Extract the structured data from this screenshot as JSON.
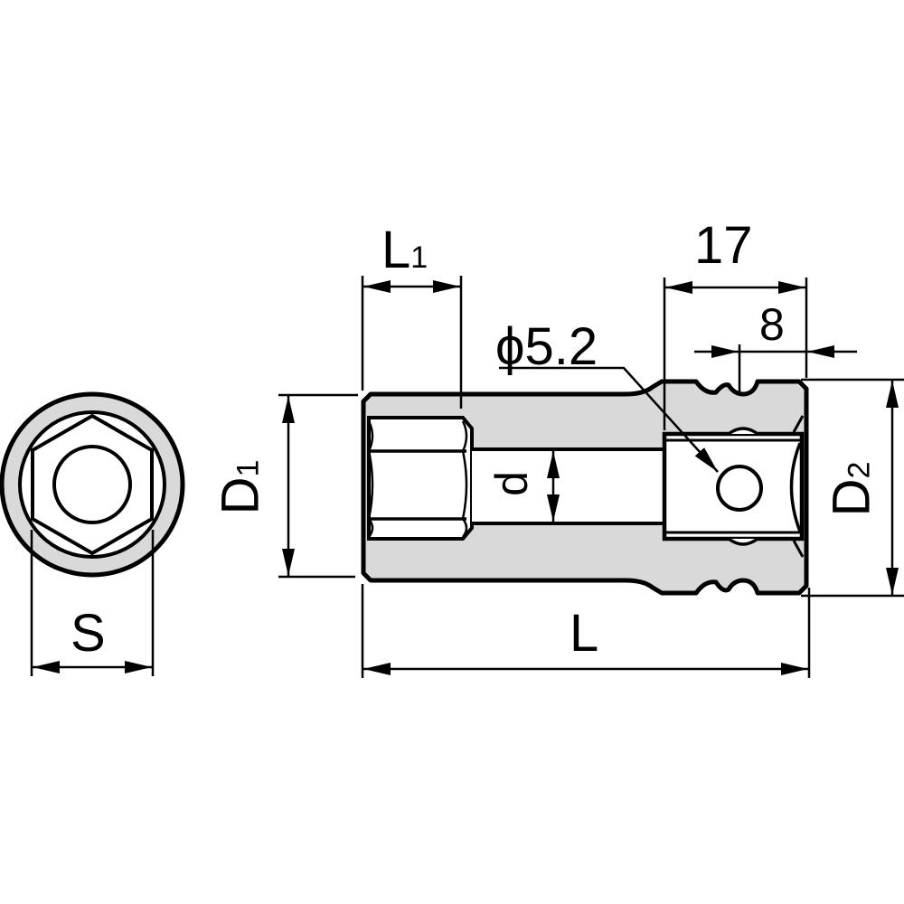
{
  "diagram": {
    "type": "technical-drawing",
    "subject": "socket (end view and side section view)",
    "colors": {
      "stroke": "#000000",
      "fill_body": "#d9d9d9",
      "background": "#ffffff"
    }
  },
  "end_view": {
    "dimension_s": {
      "label": "S"
    }
  },
  "side_view": {
    "dimension_l1": {
      "label": "L",
      "subscript": "1"
    },
    "dimension_d1": {
      "label": "D",
      "subscript": "1"
    },
    "dimension_d": {
      "label": "d"
    },
    "dimension_l": {
      "label": "L"
    },
    "dimension_17": {
      "label": "17"
    },
    "dimension_8": {
      "label": "8"
    },
    "dimension_d2": {
      "label": "D",
      "subscript": "2"
    },
    "hole_callout": {
      "label": "ϕ5.2"
    }
  }
}
